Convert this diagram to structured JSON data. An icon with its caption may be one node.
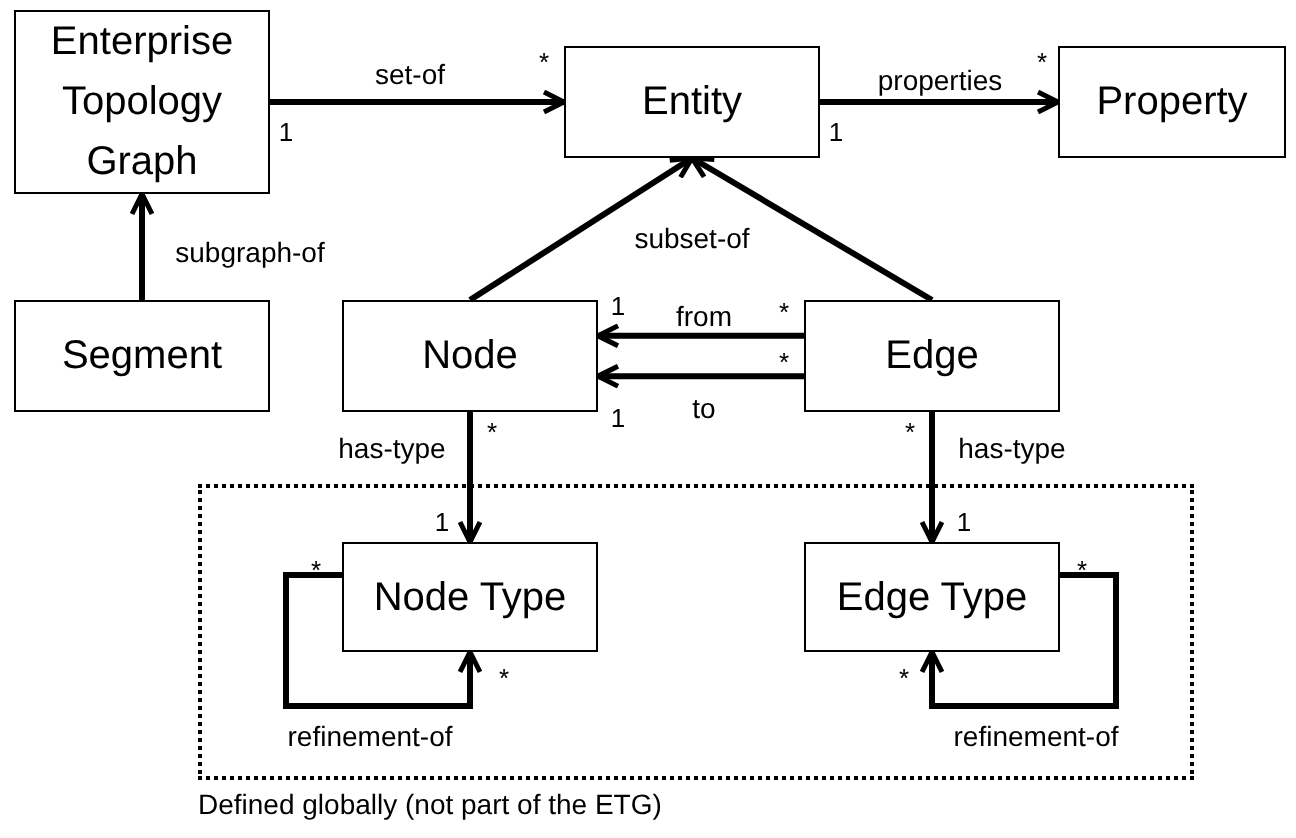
{
  "diagram": {
    "nodes": [
      {
        "text": [
          "Enterprise Topology Graph"
        ]
      },
      {
        "text": [
          "Entity"
        ]
      },
      {
        "text": [
          "Property"
        ]
      },
      {
        "text": [
          "Segment"
        ]
      },
      {
        "text": [
          "Node"
        ]
      },
      {
        "text": [
          "Edge"
        ]
      },
      {
        "text": [
          "Defined globally (not part of the ETG)"
        ]
      },
      {
        "text": [
          "Node Type"
        ],
        "in": 6
      },
      {
        "text": [
          "Edge Type"
        ],
        "in": 6
      }
    ],
    "edges": [
      {
        "from": 0,
        "to": 1,
        "arrow": "to",
        "label": "set-of"
      },
      {
        "from": 1,
        "to": 2,
        "arrow": "to",
        "label": "properties"
      },
      {
        "from": 3,
        "to": 0,
        "arrow": "to",
        "label": "subgraph-of"
      },
      {
        "from": 4,
        "to": 1,
        "arrow": "to",
        "label": "subset-of"
      },
      {
        "from": 5,
        "to": 1,
        "arrow": "to"
      },
      {
        "from": 5,
        "to": 4,
        "arrow": "to",
        "label": "from"
      },
      {
        "from": 5,
        "to": 4,
        "arrow": "to",
        "label": "to"
      },
      {
        "from": 4,
        "to": 7,
        "arrow": "to",
        "label": "has-type"
      },
      {
        "from": 5,
        "to": 8,
        "arrow": "to",
        "label": "has-type"
      },
      {
        "from": 7,
        "to": 7,
        "arrow": "to",
        "label": "refinement-of"
      },
      {
        "from": 8,
        "to": 8,
        "arrow": "to",
        "label": "refinement-of"
      }
    ],
    "labels": [
      "*",
      "*",
      "1",
      "1",
      "1",
      "*",
      "*",
      "1",
      "*",
      "*",
      "1",
      "1",
      "*",
      "*",
      "*",
      "*"
    ]
  }
}
